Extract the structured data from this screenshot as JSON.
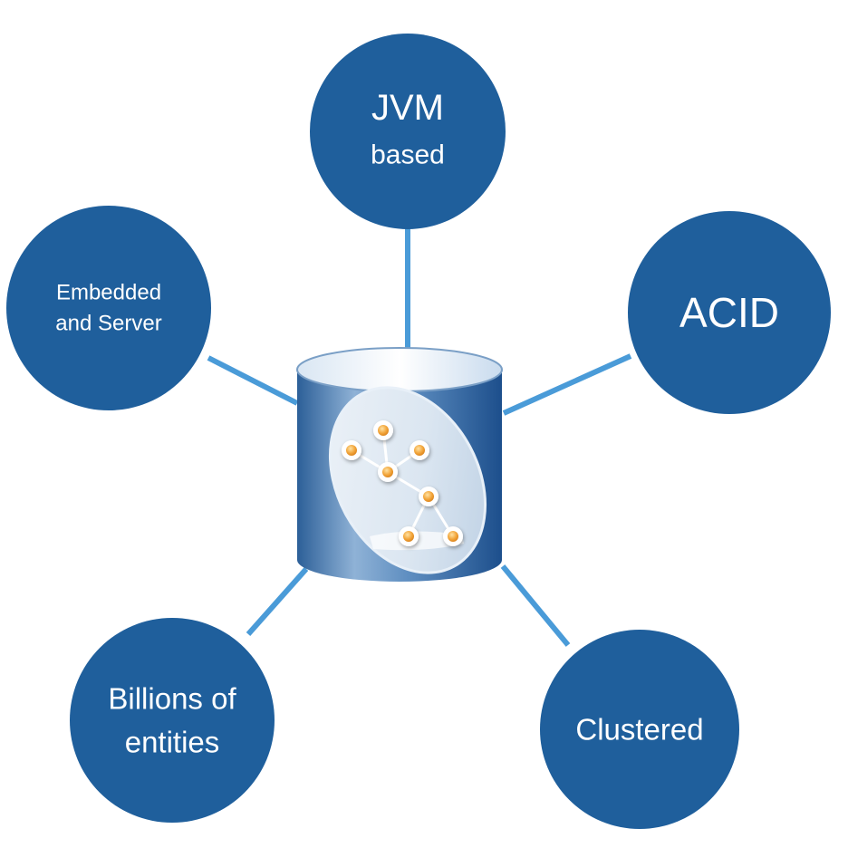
{
  "colors": {
    "bubble": "#1f5f9c",
    "connector": "#4a9bd8",
    "bubble_text": "#ffffff",
    "graph_node": "#f2a53a"
  },
  "center": {
    "icon": "graph-database-cylinder-icon"
  },
  "features": [
    {
      "lines": [
        "JVM",
        "based"
      ]
    },
    {
      "lines": [
        "ACID"
      ]
    },
    {
      "lines": [
        "Clustered"
      ]
    },
    {
      "lines": [
        "Billions of",
        "entities"
      ]
    },
    {
      "lines": [
        "Embedded",
        "and Server"
      ]
    }
  ]
}
